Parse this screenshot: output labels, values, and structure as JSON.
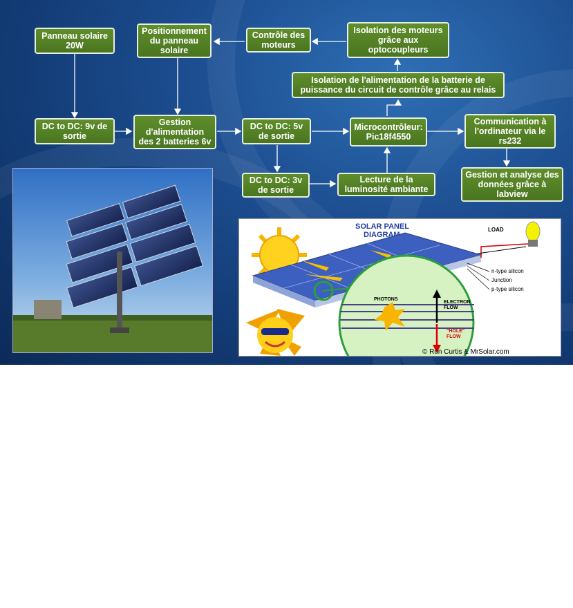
{
  "boxes": {
    "panneau": "Panneau solaire 20W",
    "positionnement": "Positionnement du panneau solaire",
    "controle": "Contrôle des moteurs",
    "isolation_moteurs": "Isolation des moteurs grâce aux optocoupleurs",
    "isolation_alim": "Isolation de l'alimentation de la batterie de puissance du circuit de contrôle grâce au relais",
    "dcdc9": "DC to DC: 9v de sortie",
    "gestion": "Gestion d'alimentation des 2 batteries 6v",
    "dcdc5": "DC to DC: 5v de sortie",
    "micro": "Microcontrôleur: Pic18f4550",
    "communication": "Communication à l'ordinateur via le rs232",
    "dcdc3": "DC to DC: 3v de sortie",
    "lecture": "Lecture de la luminosité ambiante",
    "labview": "Gestion et analyse des données grâce à labview"
  },
  "solar_diagram": {
    "title_line1": "SOLAR PANEL",
    "title_line2": "DIAGRAM",
    "load": "LOAD",
    "n_type": "n-type silicon",
    "junction": "Junction",
    "p_type": "p-type silicon",
    "photons": "PHOTONS",
    "electron_flow_1": "ELECTRON",
    "electron_flow_2": "FLOW",
    "hole_flow_1": "\"HOLE\"",
    "hole_flow_2": "FLOW",
    "credit": "© Ron Curtis & MrSolar.com"
  },
  "colors": {
    "box_green": "#4f7d22",
    "background_blue": "#1d4f92"
  }
}
